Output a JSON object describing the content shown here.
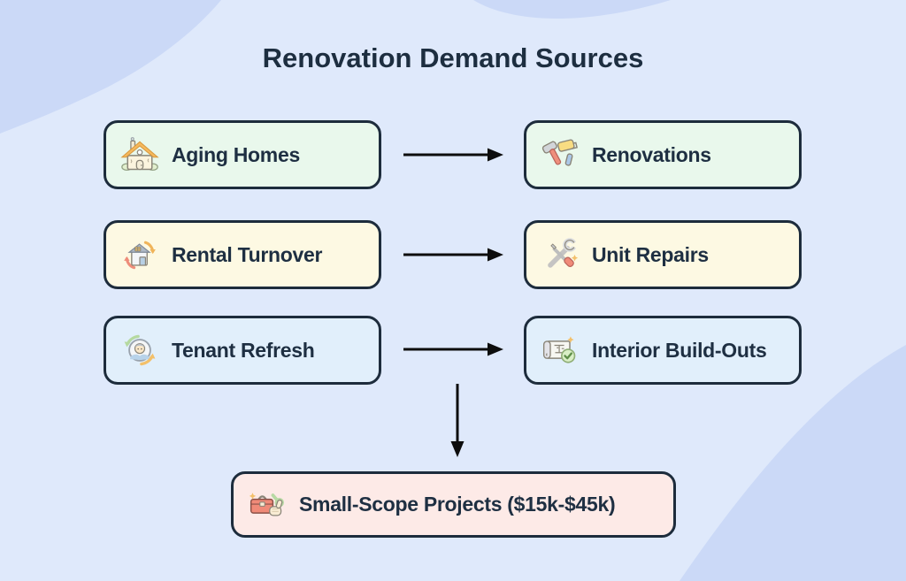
{
  "title": "Renovation Demand Sources",
  "colors": {
    "background": "#dfe9fb",
    "background_wave": "#cbd9f7",
    "box_outline": "#1d2c3c",
    "box_text": "#1e2f42",
    "green_box": "#e9f8ec",
    "yellow_box": "#fdf9e3",
    "blue_box": "#e1effb",
    "pink_box": "#fdeae7",
    "arrow": "#0d0d0d"
  },
  "rows": [
    {
      "source": {
        "label": "Aging Homes",
        "icon": "aging-house-icon",
        "color": "#e9f8ec"
      },
      "target": {
        "label": "Renovations",
        "icon": "hammer-paint-roller-icon",
        "color": "#e9f8ec"
      }
    },
    {
      "source": {
        "label": "Rental Turnover",
        "icon": "house-cycle-icon",
        "color": "#fdf9e3"
      },
      "target": {
        "label": "Unit Repairs",
        "icon": "crossed-tools-icon",
        "color": "#fdf9e3"
      }
    },
    {
      "source": {
        "label": "Tenant Refresh",
        "icon": "person-refresh-icon",
        "color": "#e1effb"
      },
      "target": {
        "label": "Interior Build-Outs",
        "icon": "blueprint-check-icon",
        "color": "#e1effb"
      }
    }
  ],
  "result": {
    "label": "Small-Scope Projects ($15k-$45k)",
    "icon": "toolbox-thumbs-up-icon",
    "color": "#fdeae7"
  }
}
